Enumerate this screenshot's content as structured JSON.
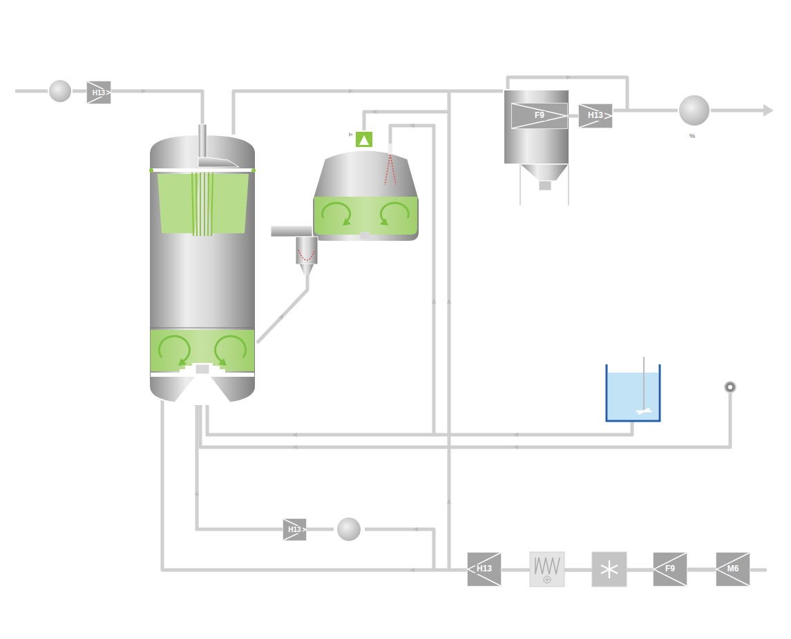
{
  "diagram": {
    "nodes": [
      {
        "text": [
          "H13"
        ]
      },
      {
        "text": [
          "F9"
        ]
      },
      {
        "text": [
          "H13"
        ]
      },
      {
        "text": [
          "H13"
        ]
      },
      {
        "text": [
          "H13"
        ]
      },
      {
        "text": [
          "F9"
        ]
      },
      {
        "text": [
          "M6"
        ]
      }
    ],
    "edges": [
      {
        "from": 1,
        "to": 2,
        "arrow": "none"
      },
      {
        "from": 6,
        "to": 5,
        "arrow": "none"
      }
    ],
    "labels": [
      "%"
    ]
  }
}
